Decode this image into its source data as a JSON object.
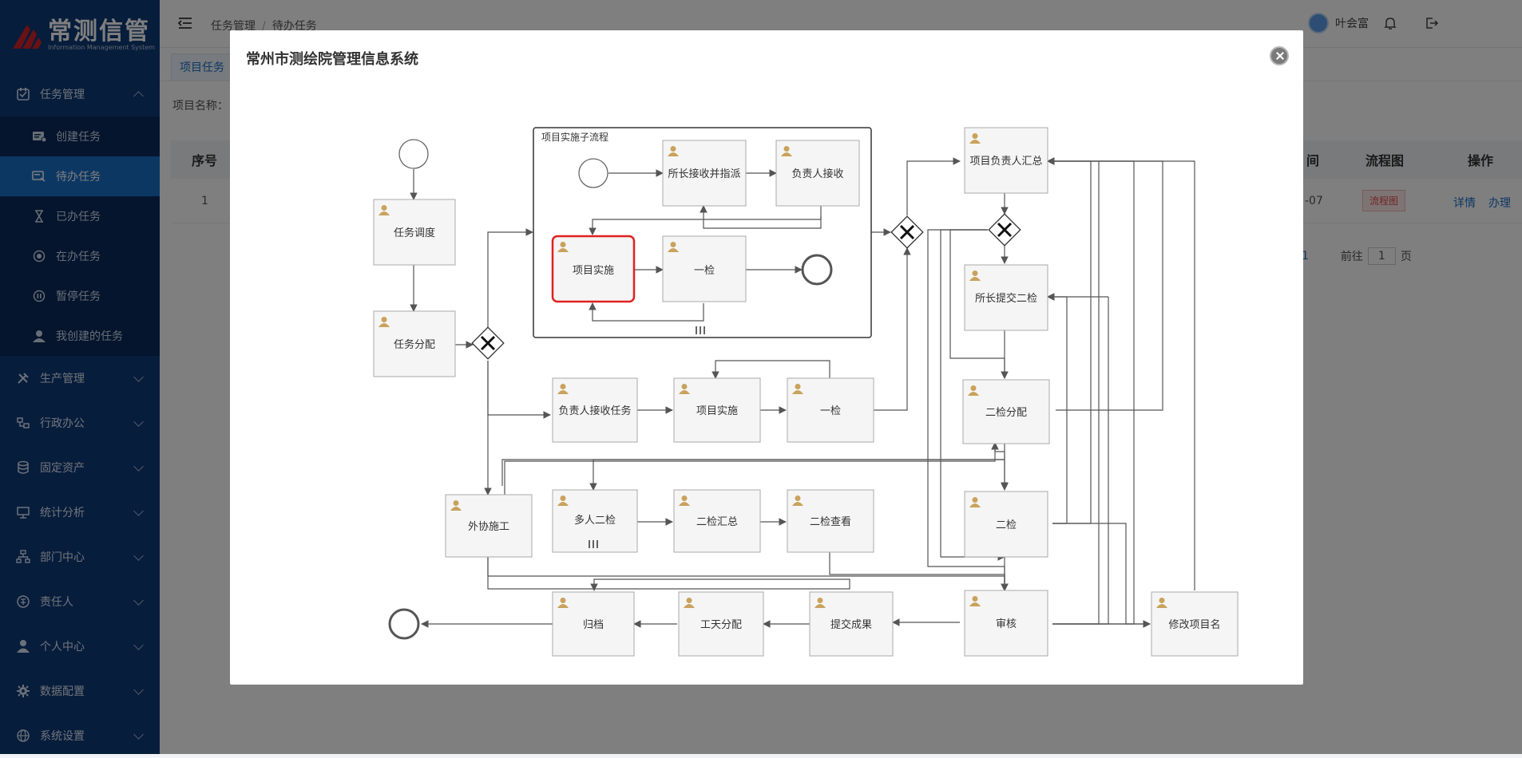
{
  "app": {
    "logo_text": "常测信管",
    "logo_sub": "Information Management System"
  },
  "sidebar": {
    "groups": [
      {
        "label": "任务管理",
        "icon": "task-check-icon",
        "expanded": true,
        "items": [
          {
            "label": "创建任务",
            "icon": "create-card-icon"
          },
          {
            "label": "待办任务",
            "icon": "todo-card-icon",
            "active": true
          },
          {
            "label": "已办任务",
            "icon": "hourglass-icon"
          },
          {
            "label": "在办任务",
            "icon": "in-progress-icon"
          },
          {
            "label": "暂停任务",
            "icon": "pause-icon"
          },
          {
            "label": "我创建的任务",
            "icon": "user-icon"
          }
        ]
      },
      {
        "label": "生产管理",
        "icon": "tools-icon"
      },
      {
        "label": "行政办公",
        "icon": "office-icon"
      },
      {
        "label": "固定资产",
        "icon": "database-icon"
      },
      {
        "label": "统计分析",
        "icon": "presentation-icon"
      },
      {
        "label": "部门中心",
        "icon": "org-chart-icon"
      },
      {
        "label": "责任人",
        "icon": "responsible-icon"
      },
      {
        "label": "个人中心",
        "icon": "person-icon"
      },
      {
        "label": "数据配置",
        "icon": "gear-icon"
      },
      {
        "label": "系统设置",
        "icon": "globe-icon"
      }
    ]
  },
  "header": {
    "breadcrumb": [
      "任务管理",
      "待办任务"
    ],
    "user_name": "叶会富"
  },
  "page": {
    "tab_label": "项目任务",
    "filter_label": "项目名称：",
    "table_headers": {
      "index": "序号",
      "time": "间",
      "flowchart": "流程图",
      "actions": "操作"
    },
    "row": {
      "index": "1",
      "date_tail": "-07",
      "flowchart_button": "流程图",
      "detail_link": "详情",
      "handle_link": "办理"
    },
    "pagination": {
      "current": "1",
      "goto_label": "前往",
      "goto_value": "1",
      "page_suffix": "页"
    }
  },
  "modal": {
    "title": "常州市测绘院管理信息系统",
    "subprocess_title": "项目实施子流程",
    "tasks": {
      "dispatch": "任务调度",
      "assign": "任务分配",
      "dir_receive": "所长接收并指派",
      "lead_receive": "负责人接收",
      "implement_sub": "项目实施",
      "check1_sub": "一检",
      "lead_receive_task": "负责人接收任务",
      "implement": "项目实施",
      "check1": "一检",
      "lead_summary": "项目负责人汇总",
      "dir_submit": "所长提交二检",
      "check2_assign": "二检分配",
      "check2": "二检",
      "outsource": "外协施工",
      "multi_check2": "多人二检",
      "check2_summary": "二检汇总",
      "check2_view": "二检查看",
      "archive": "归档",
      "workday_assign": "工天分配",
      "submit_result": "提交成果",
      "review": "审核",
      "rename": "修改项目名"
    }
  }
}
